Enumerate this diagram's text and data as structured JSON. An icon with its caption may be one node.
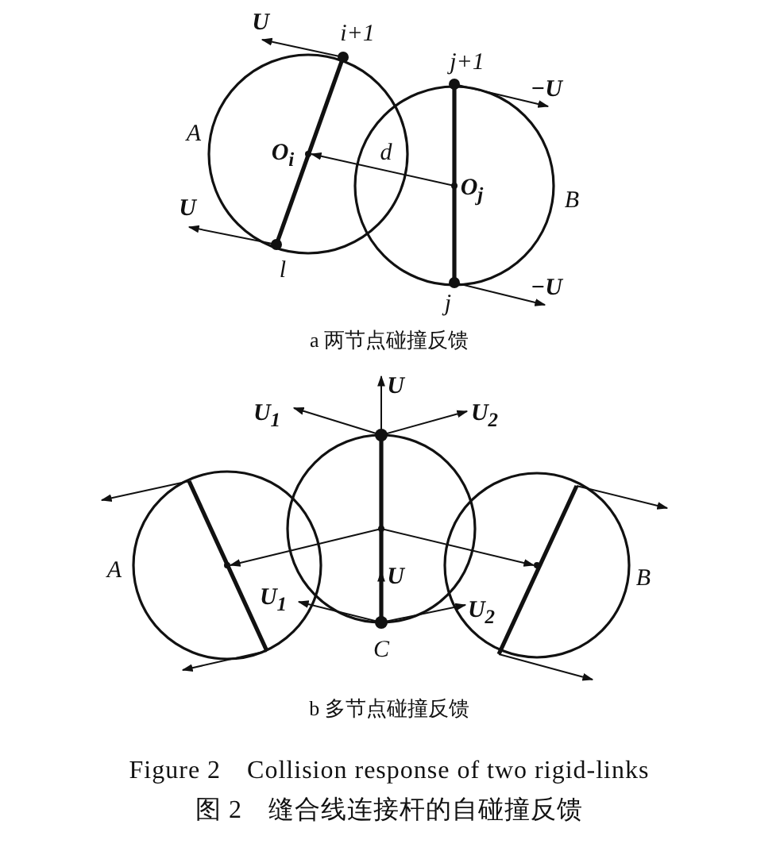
{
  "diagram": {
    "labels": [
      "U",
      "i+1",
      "j+1",
      "−U",
      "A",
      "**O**$_{i}$",
      "d",
      "**O**$_{j}$",
      "B",
      "U",
      "l",
      "j",
      "−U",
      "a 两节点碰撞反馈",
      "U",
      "**U**$_{1}$",
      "**U**$_{2}$",
      "A",
      "U",
      "B",
      "**U**$_{1}$",
      "**U**$_{2}$",
      "C",
      "b 多节点碰撞反馈",
      "Figure 2　Collision response of two rigid-links",
      "图 2　缝合线连接杆的自碰撞反馈"
    ]
  }
}
